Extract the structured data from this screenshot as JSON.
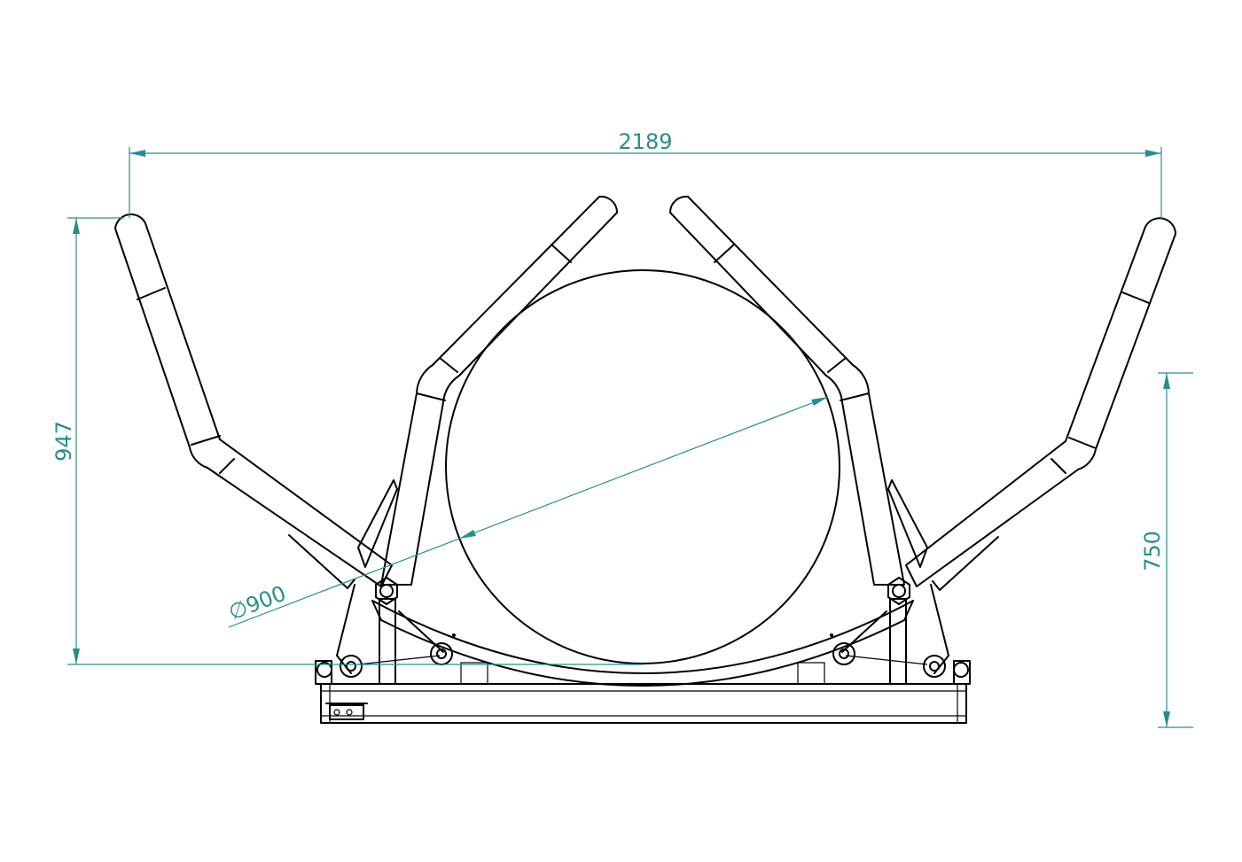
{
  "dimensions": {
    "overall_width": "2189",
    "overall_height": "947",
    "frame_height": "750",
    "roll_diameter": "∅900"
  },
  "colors": {
    "dimension": "#2a8c8c",
    "outline": "#000000",
    "background": "#ffffff"
  }
}
